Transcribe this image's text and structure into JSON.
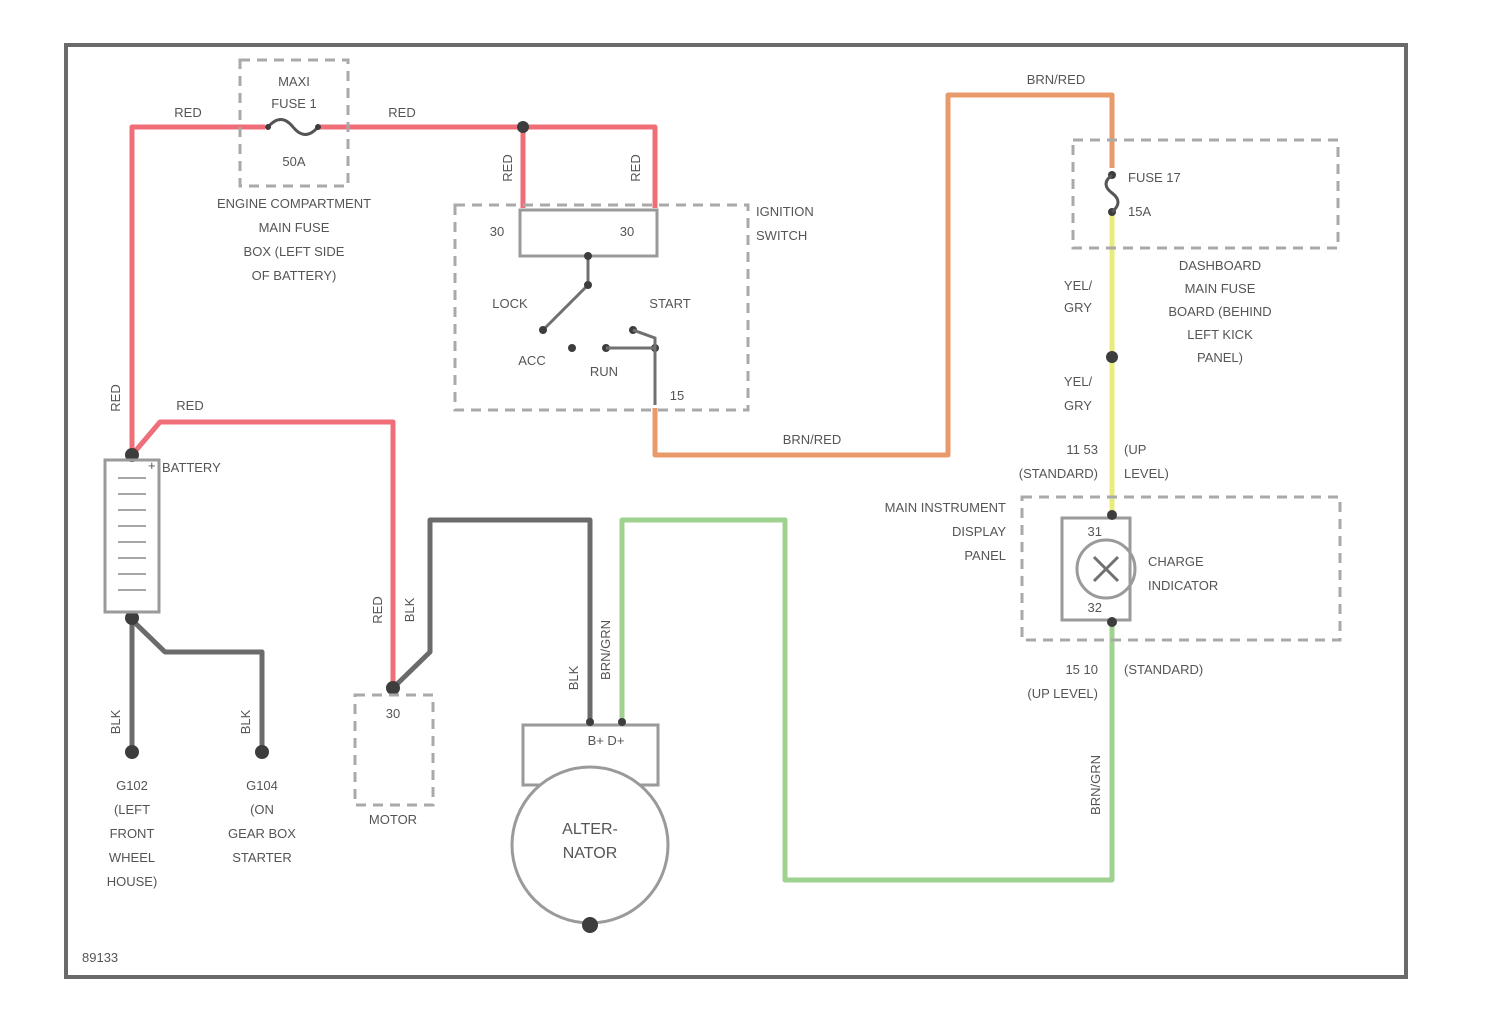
{
  "diagram_id": "89133",
  "colors": {
    "red_wire": "#ef6e77",
    "orange_wire": "#e89a6a",
    "yellow_grey_wire": "#e8ec7a",
    "black_wire": "#6b6b6b",
    "green_wire": "#9fd18f"
  },
  "main_fuse": {
    "title": "MAXI",
    "name": "FUSE 1",
    "rating": "50A",
    "box_label": [
      "ENGINE COMPARTMENT",
      "MAIN FUSE",
      "BOX (LEFT SIDE",
      "OF BATTERY)"
    ]
  },
  "wires": {
    "red": "RED",
    "black": "BLK",
    "brown_red": "BRN/RED",
    "yel_gry_1": "YEL/",
    "yel_gry_2": "GRY",
    "brn_grn": "BRN/GRN"
  },
  "ignition": {
    "label": [
      "IGNITION",
      "SWITCH"
    ],
    "pin_30": "30",
    "pin_30b": "30",
    "pin_15": "15",
    "lock": "LOCK",
    "acc": "ACC",
    "run": "RUN",
    "start": "START"
  },
  "dash_fuse": {
    "name": "FUSE 17",
    "rating": "15A",
    "box_label": [
      "DASHBOARD",
      "MAIN FUSE",
      "BOARD (BEHIND",
      "LEFT KICK",
      "PANEL)"
    ]
  },
  "connectors": {
    "upper_a": "11 53",
    "upper_b": "(STANDARD)",
    "upper_c": "(UP",
    "upper_d": "LEVEL)",
    "lower_a": "15 10",
    "lower_b": "(UP LEVEL)",
    "lower_c": "(STANDARD)"
  },
  "instrument": {
    "panel_label": [
      "MAIN INSTRUMENT",
      "DISPLAY",
      "PANEL"
    ],
    "indicator_label": [
      "CHARGE",
      "INDICATOR"
    ],
    "pin_top": "31",
    "pin_bot": "32"
  },
  "battery": {
    "label": "BATTERY",
    "plus": "+"
  },
  "motor": {
    "label": "MOTOR",
    "pin": "30"
  },
  "alternator": {
    "label": [
      "ALTER-",
      "NATOR"
    ],
    "pins": "B+ D+"
  },
  "grounds": {
    "g1": [
      "G102",
      "(LEFT",
      "FRONT",
      "WHEEL",
      "HOUSE)"
    ],
    "g2": [
      "G104",
      "(ON",
      "GEAR BOX",
      "STARTER"
    ]
  }
}
